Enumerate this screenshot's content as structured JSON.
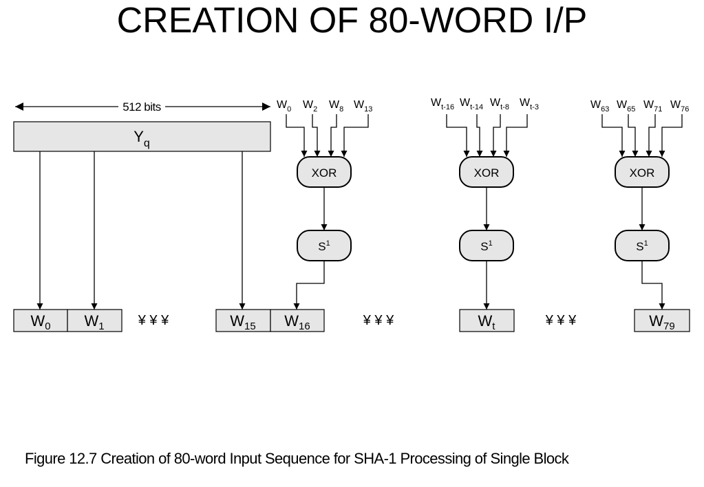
{
  "title": "CREATION OF 80-WORD I/P",
  "caption": "Figure 12.7  Creation of 80-word Input Sequence for SHA-1 Processing of Single Block",
  "block": {
    "width_label": "512 bits",
    "name": {
      "base": "Y",
      "sub": "q"
    }
  },
  "operations": {
    "xor_label": "XOR",
    "shift": {
      "base": "S",
      "sup": "1"
    }
  },
  "input_groups": [
    {
      "inputs": [
        {
          "base": "W",
          "sub": "0"
        },
        {
          "base": "W",
          "sub": "2"
        },
        {
          "base": "W",
          "sub": "8"
        },
        {
          "base": "W",
          "sub": "13"
        }
      ]
    },
    {
      "inputs": [
        {
          "base": "W",
          "sub": "t-16"
        },
        {
          "base": "W",
          "sub": "t-14"
        },
        {
          "base": "W",
          "sub": "t-8"
        },
        {
          "base": "W",
          "sub": "t-3"
        }
      ]
    },
    {
      "inputs": [
        {
          "base": "W",
          "sub": "63"
        },
        {
          "base": "W",
          "sub": "65"
        },
        {
          "base": "W",
          "sub": "71"
        },
        {
          "base": "W",
          "sub": "76"
        }
      ]
    }
  ],
  "words": [
    {
      "base": "W",
      "sub": "0"
    },
    {
      "base": "W",
      "sub": "1"
    },
    {
      "base": "W",
      "sub": "15"
    },
    {
      "base": "W",
      "sub": "16"
    },
    {
      "base": "W",
      "sub": "t"
    },
    {
      "base": "W",
      "sub": "79"
    }
  ],
  "ellipsis": "¥ ¥ ¥"
}
